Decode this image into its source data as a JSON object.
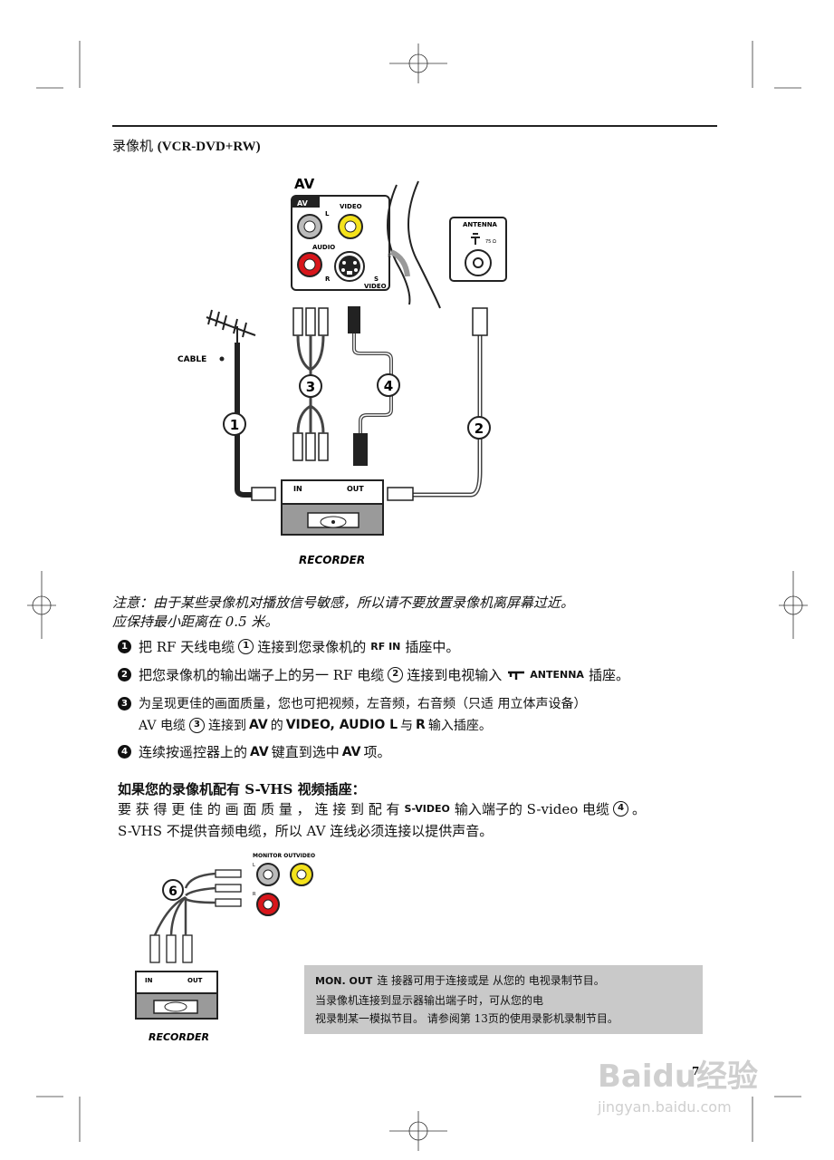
{
  "title": {
    "cn": "录像机",
    "en": "(VCR-DVD+RW)"
  },
  "diagram": {
    "av_label": "AV",
    "av_tag": "AV",
    "port_L": "L",
    "port_R": "R",
    "port_R2": "R",
    "video_label": "VIDEO",
    "audio_label": "AUDIO",
    "svideo_label_1": "S",
    "svideo_label_2": "VIDEO",
    "antenna_label": "ANTENNA",
    "antenna_ohm": "75 Ω",
    "cable_label": "CABLE",
    "cable_1": "1",
    "cable_2": "2",
    "cable_3": "3",
    "cable_4": "4",
    "in_label": "IN",
    "out_label": "OUT",
    "recorder_label": "RECORDER"
  },
  "note": {
    "line1": "注意：由于某些录像机对播放信号敏感，所以请不要放置录像机离屏幕过近。",
    "line2": "应保持最小距离在 0.5 米。"
  },
  "steps": [
    {
      "num": "1",
      "a": "把 RF 天线电缆",
      "c1": "1",
      "b": "连接到您录像机的",
      "kw": "RF IN",
      "c": "插座中。"
    },
    {
      "num": "2",
      "a": "把您录像机的输出端子上的另一 RF 电缆",
      "c1": "2",
      "b": "连接到电视输入",
      "kw": "ANTENNA",
      "c": "插座。"
    },
    {
      "num": "3",
      "a": "为呈现更佳的画面质量，您也可把视频，左音频，右音频（只适 用立体声设备）",
      "a2pre": "AV 电缆",
      "c1": "3",
      "b": "连接到",
      "kw1": "AV",
      "b2": "的",
      "kw2": "VIDEO,  AUDIO L",
      "b3": "与",
      "kw3": "R",
      "c": "输入插座。"
    },
    {
      "num": "4",
      "a": "连续按遥控器上的",
      "kw1": "AV",
      "b": "键直到选中",
      "kw2": "AV",
      "c": "项。"
    }
  ],
  "svhs": {
    "heading": "如果您的录像机配有 S-VHS 视频插座：",
    "p1a": "要 获 得 更 佳 的 画 面 质 量 ， 连 接 到 配 有",
    "p1kw": "S-VIDEO",
    "p1b": "输入端子的 S-video 电缆",
    "p1c": "4",
    "p1d": "。",
    "p2": "S-VHS 不提供音频电缆，所以 AV 连线必须连接以提供声音。"
  },
  "diagram2": {
    "monitor_out": "MONITOR OUT",
    "video": "VIDEO",
    "l": "L",
    "r": "R",
    "cable_6": "6",
    "in_label": "IN",
    "out_label": "OUT",
    "recorder_label": "RECORDER"
  },
  "info_box": {
    "kw": "MON. OUT",
    "line1": "连 接器可用于连接或是 从您的 电视录制节目。",
    "line2": "当录像机连接到显示器输出端子时，可从您的电",
    "line3": "视录制某一模拟节目。 请参阅第 13页的使用录影机录制节目。"
  },
  "page_number": "7",
  "watermark": {
    "brand": "Baidu经验",
    "url": "jingyan.baidu.com"
  }
}
